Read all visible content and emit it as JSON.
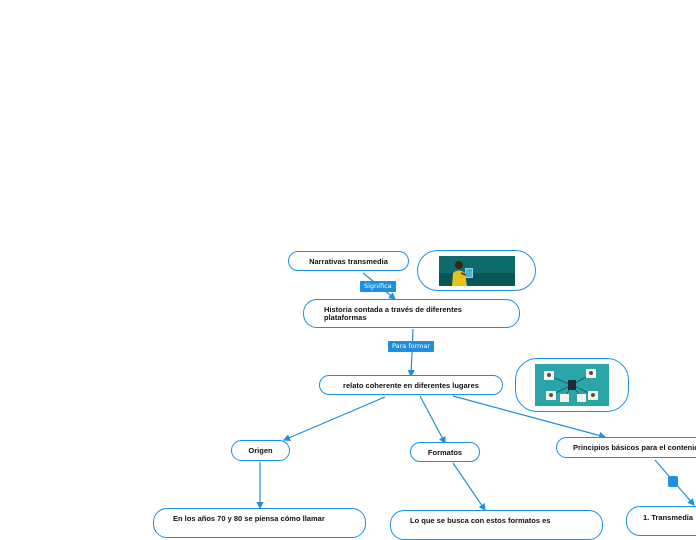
{
  "nodes": {
    "narrativas": "Narrativas transmedia",
    "historia": "Historia contada a través de diferentes plataformas",
    "relato": "relato coherente en diferentes lugares",
    "origen": "Origen",
    "formatos": "Formatos",
    "principios": "Principios básicos para el contenido",
    "anos": "En los años 70 y 80 se piensa cómo llamar",
    "busca": "Lo que se busca con estos formatos es",
    "transmedia1": "1. Transmedia"
  },
  "labels": {
    "significa": "Significa",
    "para_formar": "Para formar"
  },
  "colors": {
    "accent": "#1e8fe0",
    "image1_bg": "#0d6b6b",
    "image2_bg": "#2aa6a8"
  },
  "icons": {
    "image1": "person-tablet-illustration",
    "image2": "network-people-illustration"
  }
}
